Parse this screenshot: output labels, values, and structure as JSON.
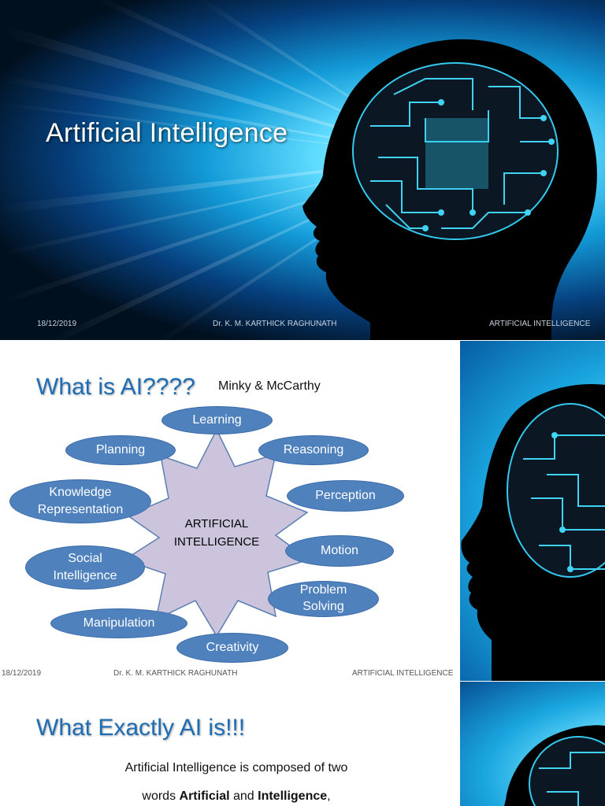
{
  "slide1": {
    "title": "Artificial Intelligence",
    "footer_date": "18/12/2019",
    "footer_author": "Dr. K. M. KARTHICK RAGHUNATH",
    "footer_topic": "ARTIFICIAL INTELLIGENCE"
  },
  "slide2": {
    "title": "What is AI????",
    "credit": "Minky & McCarthy",
    "center_line1": "ARTIFICIAL",
    "center_line2": "INTELLIGENCE",
    "nodes": {
      "learning": "Learning",
      "planning": "Planning",
      "reasoning": "Reasoning",
      "knowledge1": "Knowledge",
      "knowledge2": "Representation",
      "perception": "Perception",
      "motion": "Motion",
      "social1": "Social",
      "social2": "Intelligence",
      "problem1": "Problem",
      "problem2": "Solving",
      "manipulation": "Manipulation",
      "creativity": "Creativity"
    },
    "footer_date": "18/12/2019",
    "footer_author": "Dr. K. M. KARTHICK RAGHUNATH",
    "footer_topic": "ARTIFICIAL INTELLIGENCE"
  },
  "slide3": {
    "title": "What Exactly AI is!!!",
    "line1": "Artificial Intelligence is composed of two",
    "line2_pre": "words ",
    "line2_b1": "Artificial",
    "line2_mid": " and ",
    "line2_b2": "Intelligence",
    "line2_post": ","
  }
}
